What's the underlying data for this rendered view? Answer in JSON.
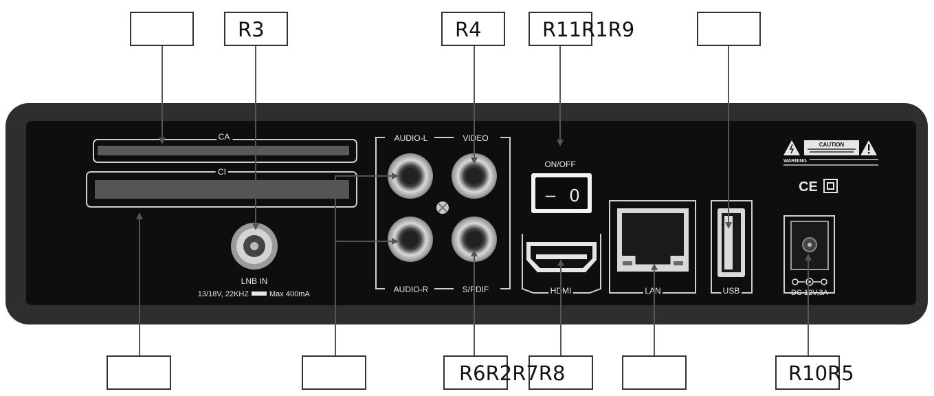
{
  "callouts": {
    "top_1": "",
    "top_2": "R3",
    "top_3": "R4",
    "top_4": "R11R1R9",
    "top_5": "",
    "bottom_1": "",
    "bottom_2": "",
    "bottom_3": "R6R2R7R8",
    "bottom_4": "",
    "bottom_5": "R10R5"
  },
  "panel": {
    "ca_label": "CA",
    "ci_label": "CI",
    "lnb_label": "LNB IN",
    "lnb_spec_left": "13/18V, 22KHZ",
    "lnb_spec_right": "Max 400mA",
    "audio_l": "AUDIO-L",
    "video": "VIDEO",
    "audio_r": "AUDIO-R",
    "spdif": "S/PDIF",
    "onoff": "ON/OFF",
    "switch_minus": "–",
    "switch_zero": "0",
    "hdmi": "HDMI",
    "lan": "LAN",
    "usb": "USB",
    "dc": "DC 12V,3A",
    "caution": "CAUTION",
    "warning": "WARNING",
    "ce": "CE"
  },
  "colors": {
    "case_outer": "#2e2e2e",
    "case_inner": "#0e0e0e",
    "port_line": "#cfcfcf",
    "leader": "#555555"
  }
}
